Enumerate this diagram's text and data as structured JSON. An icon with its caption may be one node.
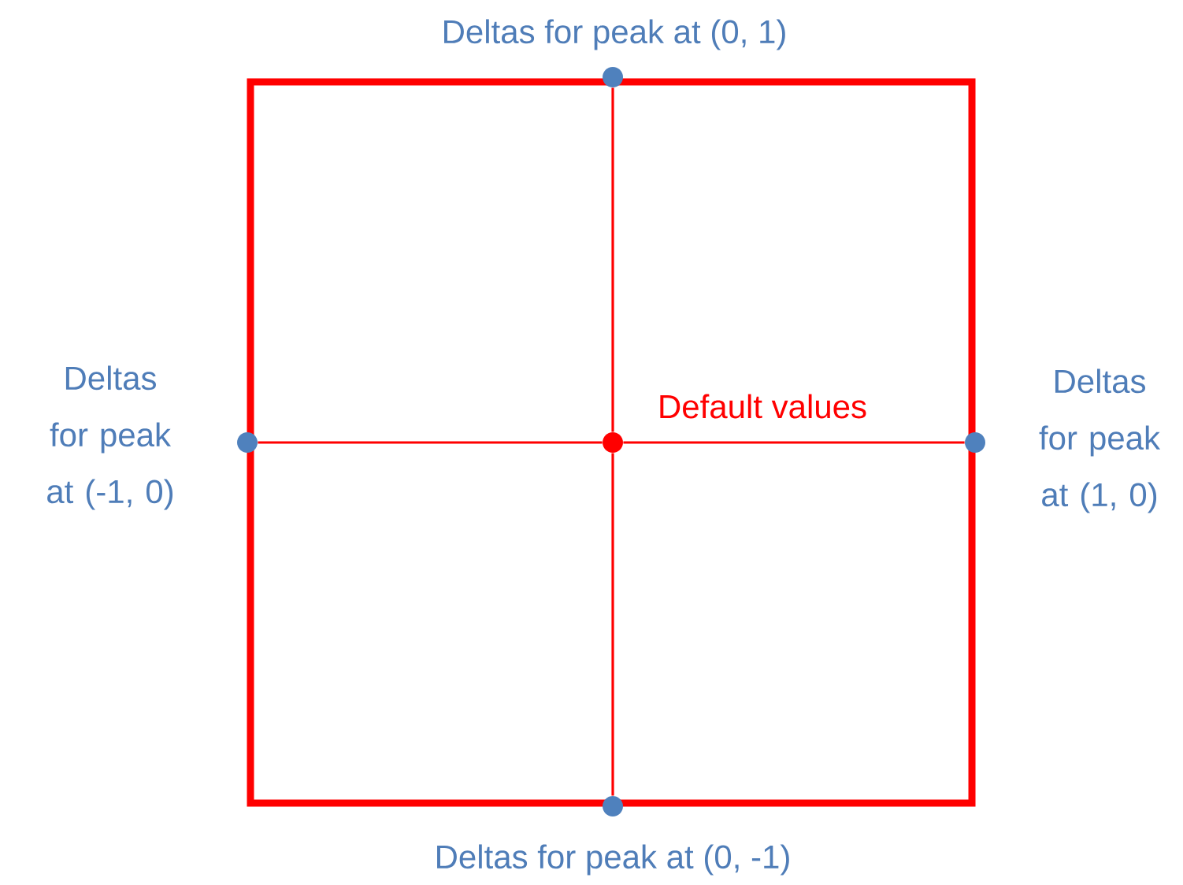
{
  "diagram": {
    "nodes": [
      {
        "text": [],
        "shape": "box"
      },
      {
        "text": [],
        "shape": "circle",
        "beside": [
          "Deltas for peak at (0, 1)"
        ]
      },
      {
        "text": [],
        "shape": "circle",
        "beside": [
          "Deltas for peak at (-1, 0)"
        ]
      },
      {
        "text": [],
        "shape": "circle",
        "in": 0,
        "beside": [
          "Default values"
        ]
      },
      {
        "text": [],
        "shape": "circle",
        "beside": [
          "Deltas for peak at (1, 0)"
        ]
      },
      {
        "text": [],
        "shape": "circle",
        "beside": [
          "Deltas for peak at (0, -1)"
        ]
      }
    ],
    "edges": [
      {
        "from": 1,
        "to": 3,
        "arrow": "none"
      },
      {
        "from": 2,
        "to": 3,
        "arrow": "none"
      },
      {
        "from": 3,
        "to": 4,
        "arrow": "none"
      },
      {
        "from": 3,
        "to": 5,
        "arrow": "none"
      }
    ]
  }
}
